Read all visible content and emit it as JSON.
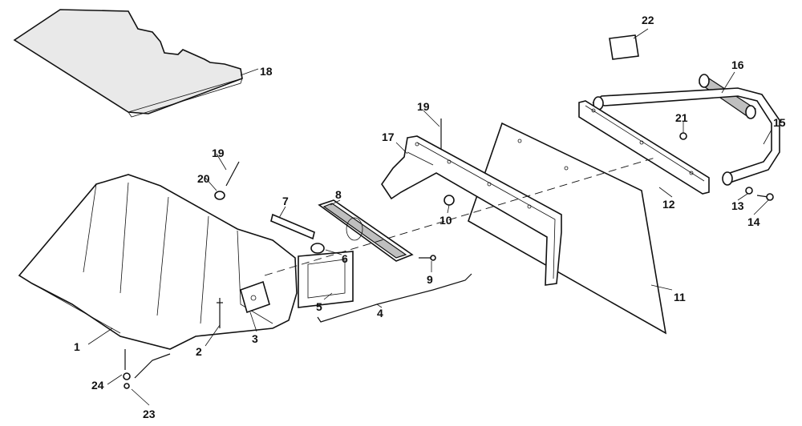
{
  "callouts": [
    {
      "id": "p1",
      "label": "1"
    },
    {
      "id": "p2",
      "label": "2"
    },
    {
      "id": "p3",
      "label": "3"
    },
    {
      "id": "p4",
      "label": "4"
    },
    {
      "id": "p5",
      "label": "5"
    },
    {
      "id": "p6",
      "label": "6"
    },
    {
      "id": "p7",
      "label": "7"
    },
    {
      "id": "p8",
      "label": "8"
    },
    {
      "id": "p9",
      "label": "9"
    },
    {
      "id": "p10",
      "label": "10"
    },
    {
      "id": "p11",
      "label": "11"
    },
    {
      "id": "p12",
      "label": "12"
    },
    {
      "id": "p13",
      "label": "13"
    },
    {
      "id": "p14",
      "label": "14"
    },
    {
      "id": "p15",
      "label": "15"
    },
    {
      "id": "p16",
      "label": "16"
    },
    {
      "id": "p17",
      "label": "17"
    },
    {
      "id": "p18",
      "label": "18"
    },
    {
      "id": "p19a",
      "label": "19"
    },
    {
      "id": "p19b",
      "label": "19"
    },
    {
      "id": "p20",
      "label": "20"
    },
    {
      "id": "p21",
      "label": "21"
    },
    {
      "id": "p22",
      "label": "22"
    },
    {
      "id": "p23",
      "label": "23"
    },
    {
      "id": "p24",
      "label": "24"
    }
  ]
}
